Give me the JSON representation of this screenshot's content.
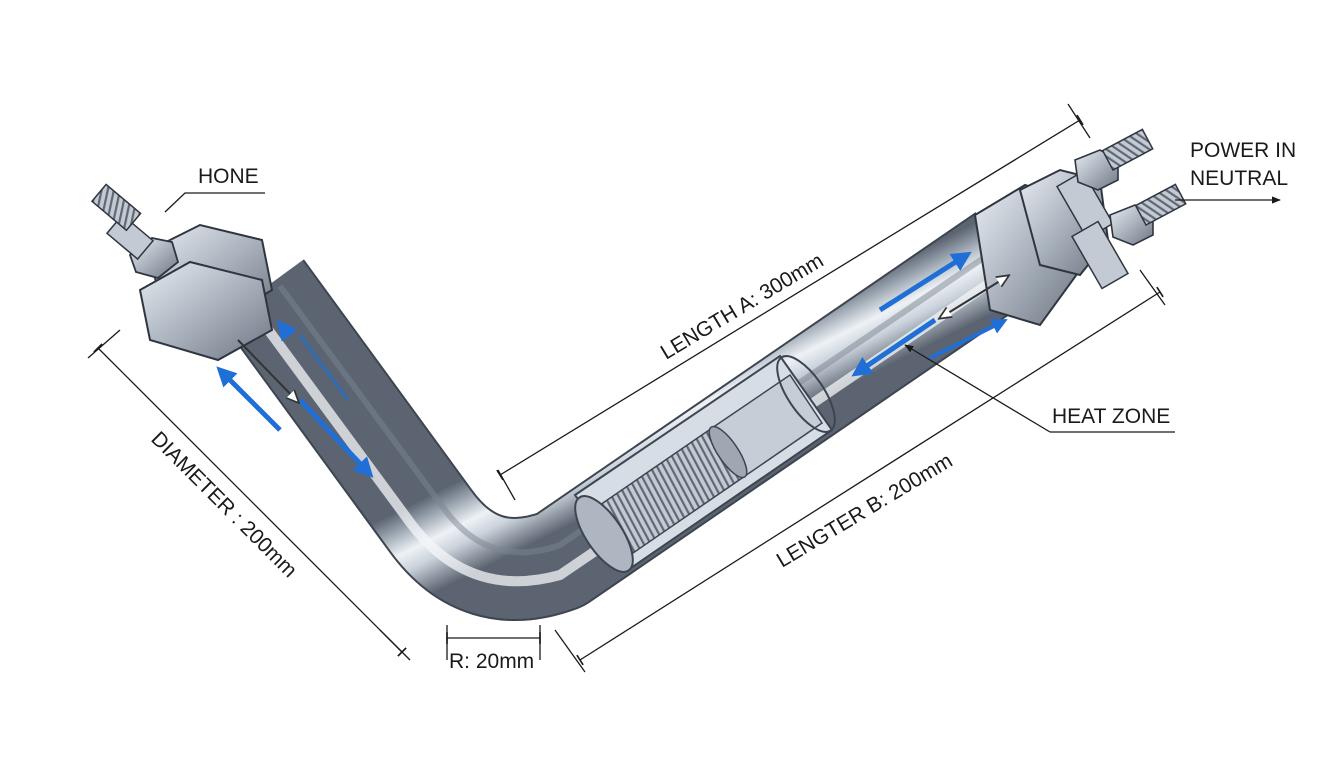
{
  "labels": {
    "hone": "HONE",
    "power_in": "POWER IN",
    "neutral": "NEUTRAL",
    "length_a": "LENGTH A: 300mm",
    "heat_zone": "HEAT ZONE",
    "length_b": "LENGTER B: 200mm",
    "diameter": "DIAMETER  : 200mm",
    "radius": "R: 20mm"
  },
  "colors": {
    "flow_arrow": "#1f6fd6",
    "steel_dark": "#5b6470",
    "steel_light": "#eef2f6",
    "line": "#1a1a1a"
  }
}
